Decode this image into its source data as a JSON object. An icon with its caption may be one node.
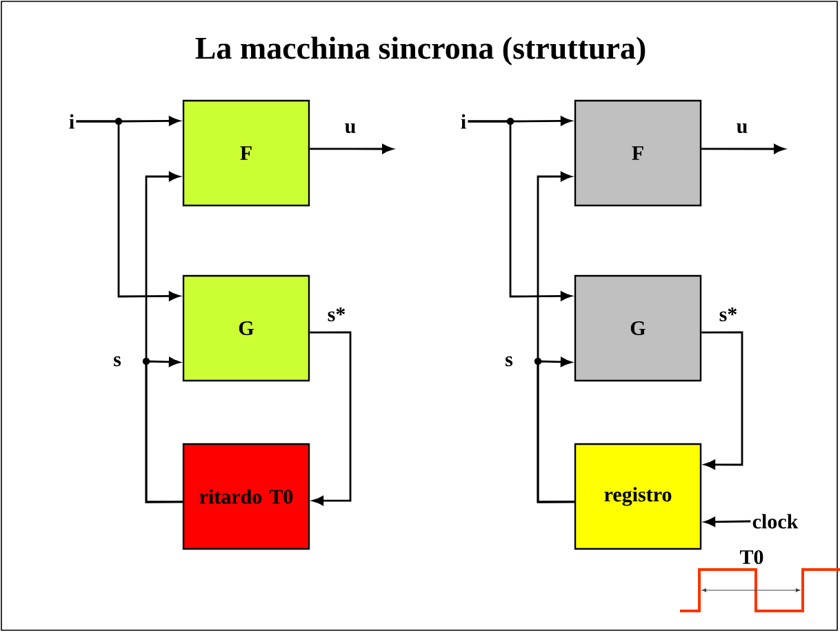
{
  "diagram": {
    "title": "La macchina  sincrona (struttura)",
    "nodes": [
      {
        "text": [
          "i"
        ]
      },
      {
        "text": [
          "F"
        ]
      },
      {
        "text": [
          "G"
        ]
      },
      {
        "text": [
          "ritardo T0"
        ]
      },
      {
        "text": [
          "i"
        ]
      },
      {
        "text": [
          "F"
        ]
      },
      {
        "text": [
          "G"
        ]
      },
      {
        "text": [
          "registro"
        ]
      },
      {
        "text": [
          "clock"
        ]
      }
    ],
    "edges": [
      {
        "from": 0,
        "to": 1,
        "arrow": "to"
      },
      {
        "from": 0,
        "to": 2,
        "arrow": "to"
      },
      {
        "from": 3,
        "to": 1,
        "arrow": "to"
      },
      {
        "from": 3,
        "to": 2,
        "arrow": "to"
      },
      {
        "from": 2,
        "to": 3,
        "arrow": "to"
      },
      {
        "from": 1,
        "to": null,
        "arrow": "to"
      },
      {
        "from": 4,
        "to": 5,
        "arrow": "to"
      },
      {
        "from": 4,
        "to": 6,
        "arrow": "to"
      },
      {
        "from": 7,
        "to": 5,
        "arrow": "to"
      },
      {
        "from": 7,
        "to": 6,
        "arrow": "to"
      },
      {
        "from": 6,
        "to": 7,
        "arrow": "to"
      },
      {
        "from": 5,
        "to": null,
        "arrow": "to"
      },
      {
        "from": 8,
        "to": 7,
        "arrow": "to"
      }
    ],
    "labels": [
      "u",
      "s*",
      "s",
      "u",
      "s*",
      "s",
      "T0"
    ]
  }
}
